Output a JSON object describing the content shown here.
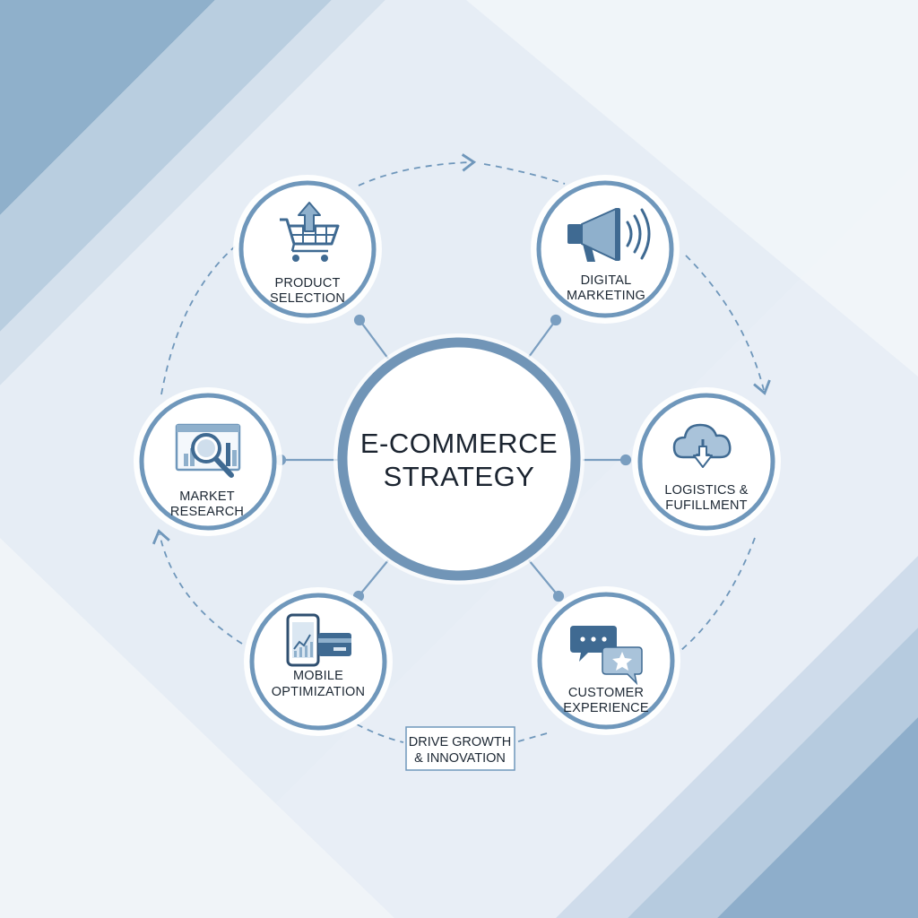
{
  "center": {
    "line1": "E-COMMERCE",
    "line2": "STRATEGY"
  },
  "nodes": [
    {
      "id": "product-selection",
      "line1": "PRODUCT",
      "line2": "SELECTION",
      "icon": "shopping-cart-upload-icon"
    },
    {
      "id": "digital-marketing",
      "line1": "DIGITAL",
      "line2": "MARKETING",
      "icon": "megaphone-icon"
    },
    {
      "id": "logistics-fulfillment",
      "line1": "LOGISTICS &",
      "line2": "FUFILLMENT",
      "icon": "cloud-download-icon"
    },
    {
      "id": "customer-experience",
      "line1": "CUSTOMER",
      "line2": "EXPERIENCE",
      "icon": "chat-bubbles-star-icon"
    },
    {
      "id": "mobile-optimization",
      "line1": "MOBILE",
      "line2": "OPTIMIZATION",
      "icon": "phone-card-icon"
    },
    {
      "id": "market-research",
      "line1": "MARKET",
      "line2": "RESEARCH",
      "icon": "magnifier-chart-icon"
    }
  ],
  "note": {
    "line1": "DRIVE GROWTH",
    "line2": "& INNOVATION"
  },
  "colors": {
    "background": "#f1f4f8",
    "accent": "#6f97bb",
    "icon_dark": "#3f6a92",
    "icon_light": "#8fb0cc",
    "text": "#1c2733"
  }
}
